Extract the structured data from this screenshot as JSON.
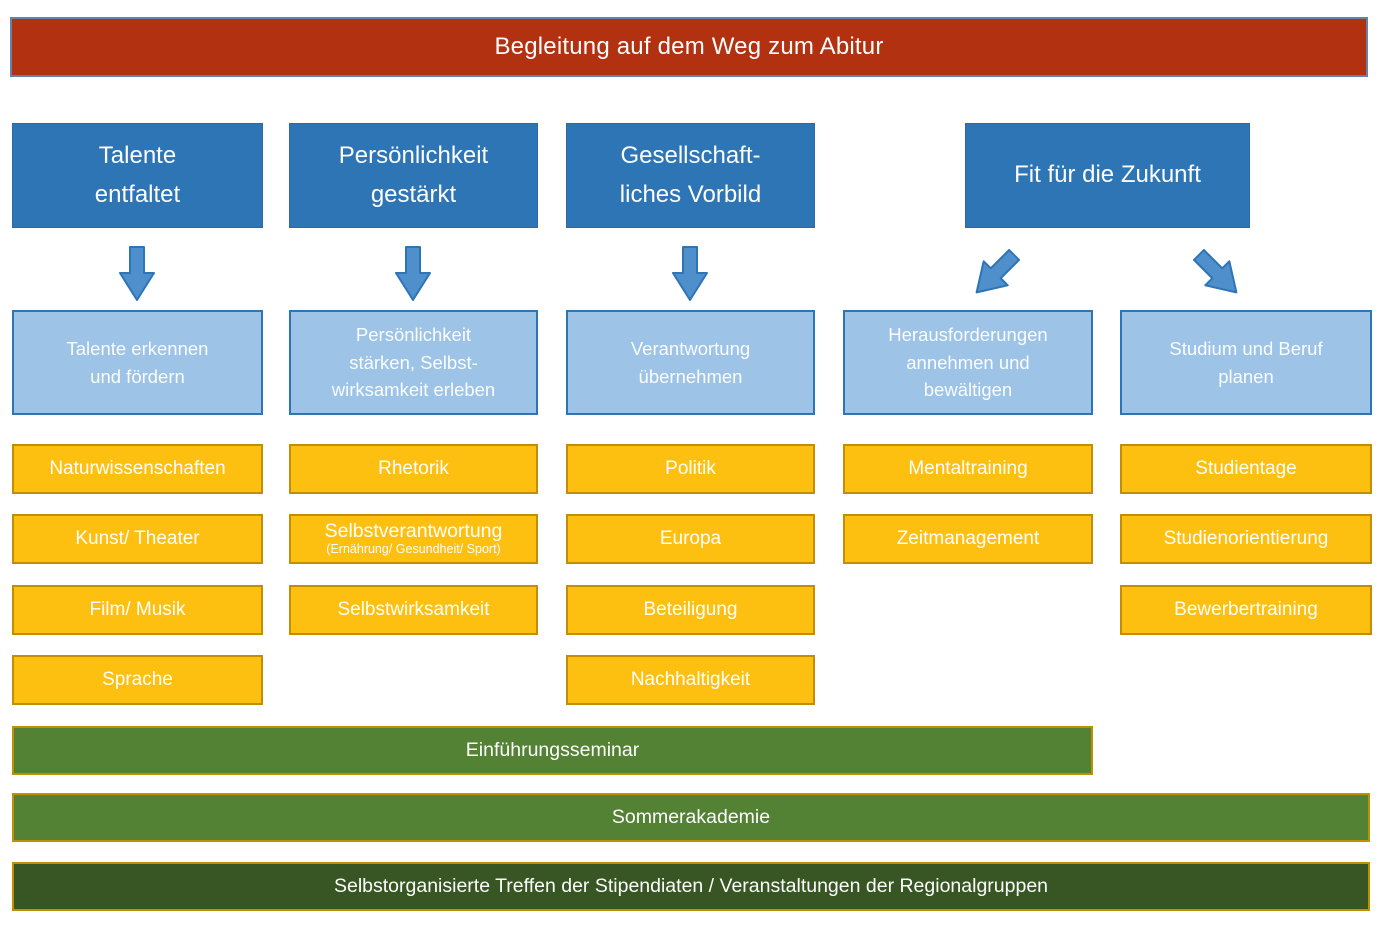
{
  "banner": {
    "label": "Begleitung auf dem Weg zum Abitur"
  },
  "headers": [
    {
      "label": "Talente\nentfaltet"
    },
    {
      "label": "Persönlichkeit\ngestärkt"
    },
    {
      "label": "Gesellschaft-\nliches Vorbild"
    },
    {
      "label": "Fit für die Zukunft"
    }
  ],
  "goals": [
    {
      "label": "Talente erkennen\nund fördern"
    },
    {
      "label": "Persönlichkeit\nstärken, Selbst-\nwirksamkeit erleben"
    },
    {
      "label": "Verantwortung\nübernehmen"
    },
    {
      "label": "Herausforderungen\nannehmen und\nbewältigen"
    },
    {
      "label": "Studium und Beruf\nplanen"
    }
  ],
  "topics": {
    "col1": [
      "Naturwissenschaften",
      "Kunst/ Theater",
      "Film/ Musik",
      "Sprache"
    ],
    "col2": [
      "Rhetorik",
      {
        "label": "Selbstverantwortung",
        "sub": "(Ernährung/ Gesundheit/ Sport)"
      },
      "Selbstwirksamkeit"
    ],
    "col3": [
      "Politik",
      "Europa",
      "Beteiligung",
      "Nachhaltigkeit"
    ],
    "col4": [
      "Mentaltraining",
      "Zeitmanagement"
    ],
    "col5": [
      "Studientage",
      "Studienorientierung",
      "Bewerbertraining"
    ]
  },
  "bars": [
    {
      "label": "Einführungsseminar"
    },
    {
      "label": "Sommerakademie"
    },
    {
      "label": "Selbstorganisierte Treffen der Stipendiaten / Veranstaltungen der Regionalgruppen"
    }
  ],
  "icons": {
    "down_arrow": "down-arrow",
    "down_left_arrow": "down-left-arrow",
    "down_right_arrow": "down-right-arrow"
  },
  "colors": {
    "banner_bg": "#b23110",
    "banner_border": "#6583a8",
    "pillar_bg": "#2e75b6",
    "goal_bg": "#9dc3e6",
    "goal_border": "#2e75b6",
    "topic_bg": "#fec010",
    "topic_border": "#c28e06",
    "arrow_fill": "#4e8fcc",
    "arrow_stroke": "#2e75b6",
    "bar_green_bg": "#548235",
    "bar_dark_green_bg": "#375623",
    "bar_border": "#bf9000",
    "text": "#fdfdfd"
  }
}
